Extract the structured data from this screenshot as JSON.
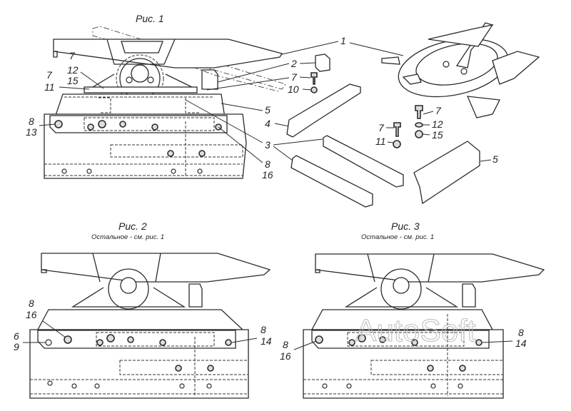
{
  "figures": [
    {
      "id": "fig1",
      "title": "Рис. 1",
      "subtitle": ""
    },
    {
      "id": "fig2",
      "title": "Рис. 2",
      "subtitle": "Остальное - см. рис. 1"
    },
    {
      "id": "fig3",
      "title": "Рис. 3",
      "subtitle": "Остальное - см. рис. 1"
    }
  ],
  "fig1_labels": {
    "l7a": "7",
    "l12a": "12",
    "l15a": "15",
    "l7b": "7",
    "l11a": "11",
    "l8a": "8",
    "l13": "13",
    "l5a": "5",
    "l4": "4",
    "l3": "3",
    "l8b": "8",
    "l16a": "16",
    "l1": "1",
    "l2": "2",
    "l7c": "7",
    "l10": "10",
    "l7d": "7",
    "l12b": "12",
    "l15b": "15",
    "l7e": "7",
    "l11b": "11",
    "l5b": "5"
  },
  "fig2_labels": {
    "l8a": "8",
    "l16": "16",
    "l6": "6",
    "l9": "9",
    "l8b": "8",
    "l14": "14"
  },
  "fig3_labels": {
    "l8a": "8",
    "l16": "16",
    "l8b": "8",
    "l14": "14"
  },
  "watermark": "AutoSoft"
}
